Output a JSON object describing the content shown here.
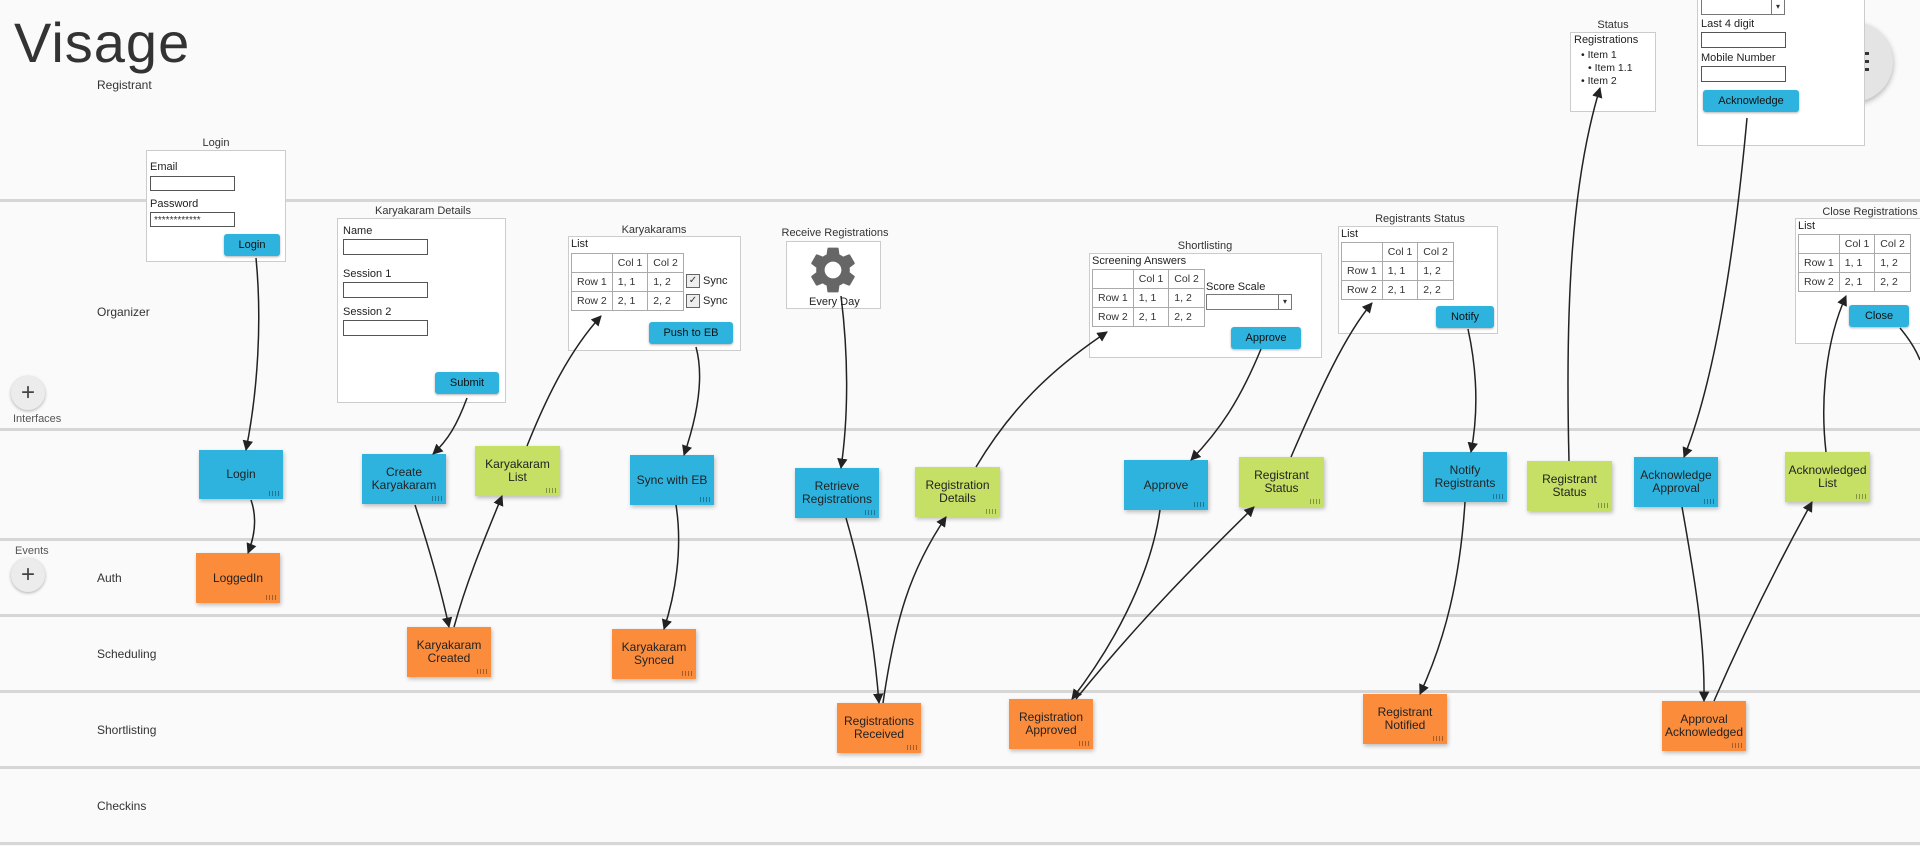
{
  "app": {
    "title": "Visage"
  },
  "lanes": [
    {
      "id": "registrant",
      "label": "Registrant"
    },
    {
      "id": "organizer",
      "label": "Organizer"
    },
    {
      "id": "auth",
      "label": "Auth"
    },
    {
      "id": "scheduling",
      "label": "Scheduling"
    },
    {
      "id": "shortlisting",
      "label": "Shortlisting"
    },
    {
      "id": "checkins",
      "label": "Checkins"
    }
  ],
  "sidebar": {
    "interfaces_label": "Interfaces",
    "events_label": "Events",
    "add_symbol": "+"
  },
  "menu_icon": "hamburger-menu-icon",
  "colors": {
    "command": "#2eb3df",
    "read_model": "#c5e065",
    "event": "#fb8c3c",
    "background": "#fafafa",
    "lane_line": "#d6d6d6"
  },
  "stickies": {
    "login": "Login",
    "loggedin": "LoggedIn",
    "create_karyakaram": "Create Karyakaram",
    "karyakaram_list": "Karyakaram List",
    "karyakaram_created": "Karyakaram Created",
    "sync_with_eb": "Sync with EB",
    "karyakaram_synced": "Karyakaram Synced",
    "retrieve_registrations": "Retrieve Registrations",
    "registration_details": "Registration Details",
    "registrations_received": "Registrations Received",
    "approve": "Approve",
    "registrant_status_1": "Registrant Status",
    "registration_approved": "Registration Approved",
    "notify_registrants": "Notify Registrants",
    "registrant_status_2": "Registrant Status",
    "registrant_notified": "Registrant Notified",
    "acknowledge_approval": "Acknowledge Approval",
    "approval_acknowledged": "Approval Acknowledged",
    "acknowledged_list": "Acknowledged List"
  },
  "wireframes": {
    "login": {
      "title": "Login",
      "email_label": "Email",
      "password_label": "Password",
      "password_value": "************",
      "button": "Login"
    },
    "karyakaram_details": {
      "title": "Karyakaram Details",
      "name_label": "Name",
      "session1_label": "Session 1",
      "session2_label": "Session 2",
      "button": "Submit"
    },
    "karyakarams": {
      "title": "Karyakarams",
      "list_label": "List",
      "table": {
        "headers": [
          "",
          "Col 1",
          "Col 2"
        ],
        "rows": [
          [
            "Row 1",
            "1, 1",
            "1, 2"
          ],
          [
            "Row 2",
            "2, 1",
            "2, 2"
          ]
        ]
      },
      "sync_label": "Sync",
      "check_mark": "✓",
      "button": "Push to EB"
    },
    "receive_registrations": {
      "title": "Receive Registrations",
      "caption": "Every Day",
      "icon": "gear-icon"
    },
    "shortlisting": {
      "title": "Shortlisting",
      "screening_label": "Screening Answers",
      "table": {
        "headers": [
          "",
          "Col 1",
          "Col 2"
        ],
        "rows": [
          [
            "Row 1",
            "1, 1",
            "1, 2"
          ],
          [
            "Row 2",
            "2, 1",
            "2, 2"
          ]
        ]
      },
      "score_label": "Score Scale",
      "dropdown_arrow": "▾",
      "button": "Approve"
    },
    "registrants_status": {
      "title": "Registrants Status",
      "list_label": "List",
      "table": {
        "headers": [
          "",
          "Col 1",
          "Col 2"
        ],
        "rows": [
          [
            "Row 1",
            "1, 1",
            "1, 2"
          ],
          [
            "Row 2",
            "2, 1",
            "2, 2"
          ]
        ]
      },
      "button": "Notify"
    },
    "status": {
      "title": "Status",
      "subtitle": "Registrations",
      "items": [
        "• Item 1",
        "• Item 1.1",
        "• Item 2"
      ]
    },
    "acknowledge": {
      "last4_label": "Last 4 digit",
      "mobile_label": "Mobile Number",
      "button": "Acknowledge",
      "dropdown_arrow": "▾"
    },
    "close_registrations": {
      "title": "Close Registrations",
      "list_label": "List",
      "table": {
        "headers": [
          "",
          "Col 1",
          "Col 2"
        ],
        "rows": [
          [
            "Row 1",
            "1, 1",
            "1, 2"
          ],
          [
            "Row 2",
            "2, 1",
            "2, 2"
          ]
        ]
      },
      "button": "Close"
    }
  }
}
